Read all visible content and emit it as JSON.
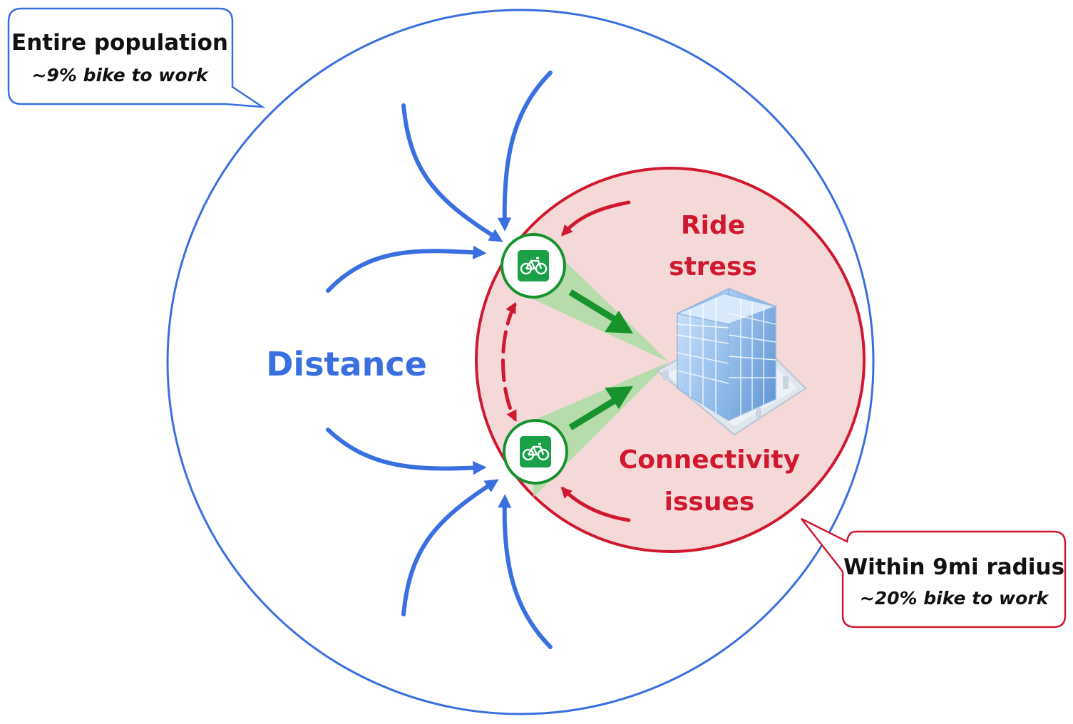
{
  "colors": {
    "blue": "#3a6fe0",
    "red": "#d0182f",
    "red_fill": "#f5d9d9",
    "green": "#17922d",
    "green_light": "#9fdc9a",
    "text_dark": "#111111"
  },
  "outer_callout": {
    "title": "Entire population",
    "subtitle": "~9% bike to work"
  },
  "inner_callout": {
    "title": "Within 9mi radius",
    "subtitle": "~20% bike to work"
  },
  "labels": {
    "distance": "Distance",
    "ride_stress_line1": "Ride",
    "ride_stress_line2": "stress",
    "connectivity_line1": "Connectivity",
    "connectivity_line2": "issues"
  },
  "icons": {
    "bike": "bicycle-icon",
    "building": "office-building-icon"
  }
}
